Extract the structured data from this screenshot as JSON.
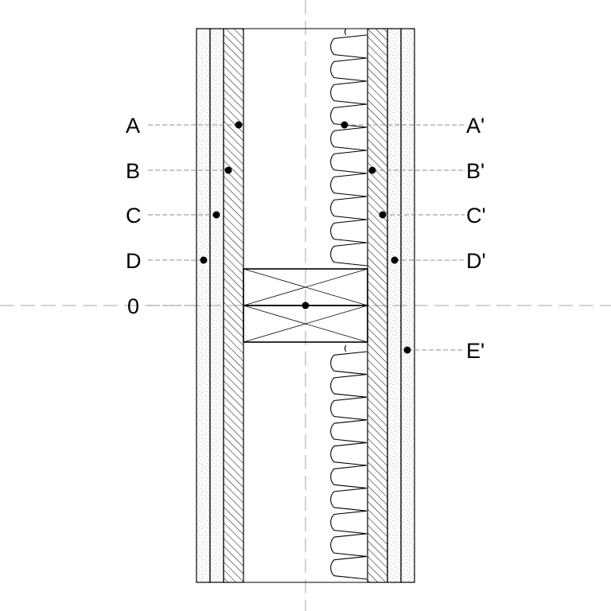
{
  "diagram": {
    "colors": {
      "stroke": "#000000",
      "background": "#ffffff",
      "hatch": "#000000",
      "centerline": "#a6a6a6",
      "leader": "#8c8c8c",
      "stipple": "#8a8a8a"
    },
    "layers_left": [
      "gypsum-board",
      "gypsum-board",
      "hatched-board"
    ],
    "layers_right": [
      "hatched-board",
      "gypsum-board",
      "gypsum-board"
    ],
    "components": [
      "insulation-batt",
      "timber-blocking"
    ],
    "labels_left": {
      "A": "A",
      "B": "B",
      "C": "C",
      "D": "D",
      "zero": "0"
    },
    "labels_right": {
      "A": "A'",
      "B": "B'",
      "C": "C'",
      "D": "D'",
      "E": "E'"
    }
  }
}
